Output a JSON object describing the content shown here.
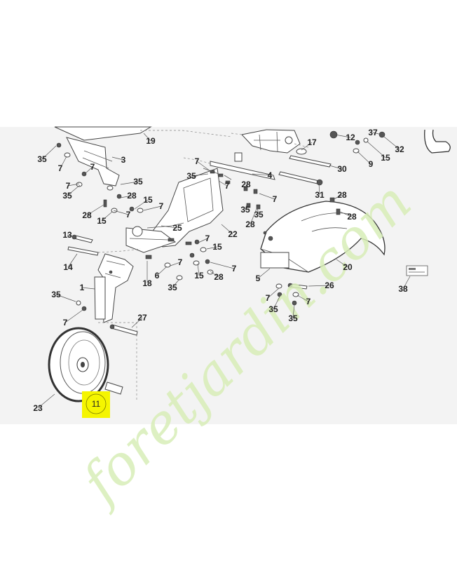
{
  "diagram": {
    "callouts": [
      {
        "id": "c19",
        "text": "19"
      },
      {
        "id": "c3",
        "text": "3"
      },
      {
        "id": "c35a",
        "text": "35"
      },
      {
        "id": "c7a",
        "text": "7"
      },
      {
        "id": "c7b",
        "text": "7"
      },
      {
        "id": "c35b",
        "text": "35"
      },
      {
        "id": "c35c",
        "text": "35"
      },
      {
        "id": "c28a",
        "text": "28"
      },
      {
        "id": "c7c",
        "text": "7"
      },
      {
        "id": "c28b",
        "text": "28"
      },
      {
        "id": "c15a",
        "text": "15"
      },
      {
        "id": "c15b",
        "text": "15"
      },
      {
        "id": "c7d",
        "text": "7"
      },
      {
        "id": "c7e",
        "text": "7"
      },
      {
        "id": "c25",
        "text": "25"
      },
      {
        "id": "c13",
        "text": "13"
      },
      {
        "id": "c14",
        "text": "14"
      },
      {
        "id": "c1",
        "text": "1"
      },
      {
        "id": "c35d",
        "text": "35"
      },
      {
        "id": "c7f",
        "text": "7"
      },
      {
        "id": "c27",
        "text": "27"
      },
      {
        "id": "c23",
        "text": "23"
      },
      {
        "id": "c6",
        "text": "6"
      },
      {
        "id": "c18",
        "text": "18"
      },
      {
        "id": "c7g",
        "text": "7"
      },
      {
        "id": "c35e",
        "text": "35"
      },
      {
        "id": "c15c",
        "text": "15"
      },
      {
        "id": "c15d",
        "text": "15"
      },
      {
        "id": "c7h",
        "text": "7"
      },
      {
        "id": "c28c",
        "text": "28"
      },
      {
        "id": "c22",
        "text": "22"
      },
      {
        "id": "c7i",
        "text": "7"
      },
      {
        "id": "c35f",
        "text": "35"
      },
      {
        "id": "c7j",
        "text": "7"
      },
      {
        "id": "c4",
        "text": "4"
      },
      {
        "id": "c7k",
        "text": "7"
      },
      {
        "id": "c28d",
        "text": "28"
      },
      {
        "id": "c35g",
        "text": "35"
      },
      {
        "id": "c35h",
        "text": "35"
      },
      {
        "id": "c28e",
        "text": "28"
      },
      {
        "id": "c7l",
        "text": "7"
      },
      {
        "id": "c17",
        "text": "17"
      },
      {
        "id": "c12",
        "text": "12"
      },
      {
        "id": "c37",
        "text": "37"
      },
      {
        "id": "c32",
        "text": "32"
      },
      {
        "id": "c15e",
        "text": "15"
      },
      {
        "id": "c9",
        "text": "9"
      },
      {
        "id": "c30",
        "text": "30"
      },
      {
        "id": "c31",
        "text": "31"
      },
      {
        "id": "c28f",
        "text": "28"
      },
      {
        "id": "c28g",
        "text": "28"
      },
      {
        "id": "c20",
        "text": "20"
      },
      {
        "id": "c5",
        "text": "5"
      },
      {
        "id": "c26",
        "text": "26"
      },
      {
        "id": "c7m",
        "text": "7"
      },
      {
        "id": "c7n",
        "text": "7"
      },
      {
        "id": "c35i",
        "text": "35"
      },
      {
        "id": "c35j",
        "text": "35"
      },
      {
        "id": "c38",
        "text": "38"
      }
    ],
    "highlight": {
      "text": "11",
      "color": "#f5f500"
    }
  },
  "watermark": {
    "text": "foretjardin.com",
    "color": "#d8eeb8"
  }
}
